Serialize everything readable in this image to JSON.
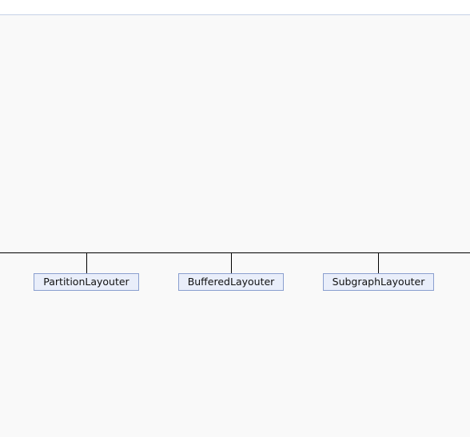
{
  "diagram": {
    "nodes": [
      {
        "id": "partition",
        "label": "PartitionLayouter"
      },
      {
        "id": "buffered",
        "label": "BufferedLayouter"
      },
      {
        "id": "subgraph",
        "label": "SubgraphLayouter"
      }
    ],
    "colors": {
      "node_fill": "#e9eefa",
      "node_border": "#8a9fcf",
      "connector": "#000000",
      "canvas_background": "#f9f9f9"
    }
  }
}
